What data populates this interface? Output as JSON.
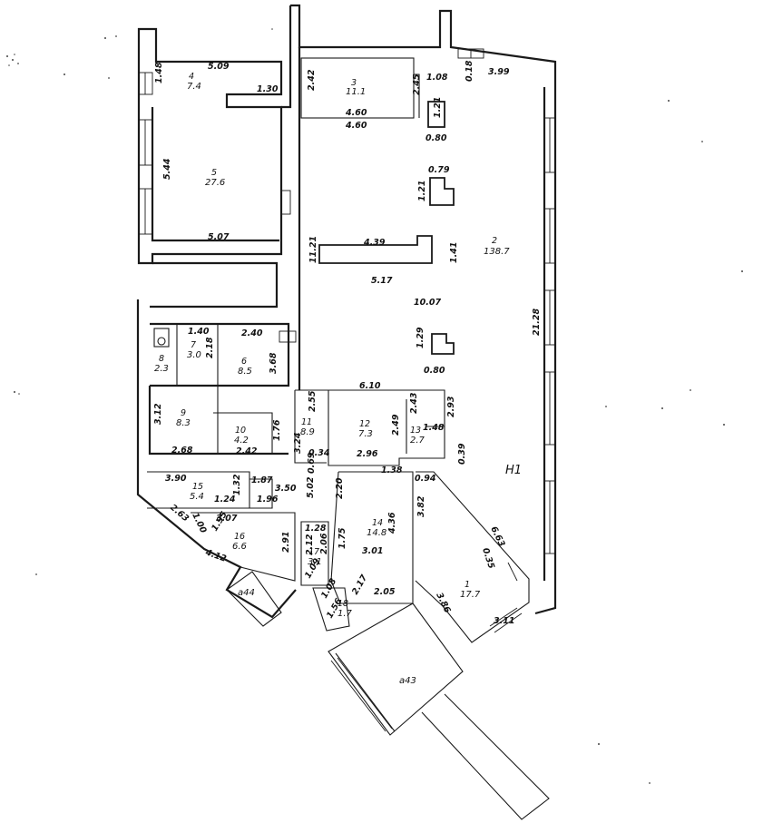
{
  "rooms": [
    {
      "id": "4",
      "number": "4",
      "area": "7.4"
    },
    {
      "id": "3",
      "number": "3",
      "area": "11.1"
    },
    {
      "id": "5",
      "number": "5",
      "area": "27.6"
    },
    {
      "id": "2",
      "number": "2",
      "area": "138.7"
    },
    {
      "id": "7",
      "number": "7",
      "area": "3.0"
    },
    {
      "id": "8",
      "number": "8",
      "area": "2.3"
    },
    {
      "id": "6",
      "number": "6",
      "area": "8.5"
    },
    {
      "id": "9",
      "number": "9",
      "area": "8.3"
    },
    {
      "id": "10",
      "number": "10",
      "area": "4.2"
    },
    {
      "id": "11",
      "number": "11",
      "area": "8.9"
    },
    {
      "id": "12",
      "number": "12",
      "area": "7.3"
    },
    {
      "id": "13",
      "number": "13",
      "area": "2.7"
    },
    {
      "id": "15",
      "number": "15",
      "area": "5.4"
    },
    {
      "id": "16",
      "number": "16",
      "area": "6.6"
    },
    {
      "id": "14",
      "number": "14",
      "area": "14.8"
    },
    {
      "id": "17",
      "number": "17",
      "area": "3.1"
    },
    {
      "id": "18",
      "number": "18",
      "area": "1.7"
    },
    {
      "id": "1",
      "number": "1",
      "area": "17.7"
    }
  ],
  "labels": {
    "zone": "H1",
    "aux_44": "a44",
    "aux_43": "a43"
  },
  "dimensions": [
    "1.48",
    "5.09",
    "1.30",
    "2.42",
    "2.45",
    "4.60",
    "4.60",
    "1.08",
    "0.18",
    "3.99",
    "1.21",
    "0.80",
    "5.44",
    "5.07",
    "0.79",
    "1.21",
    "11.21",
    "4.39",
    "1.41",
    "5.17",
    "10.07",
    "21.28",
    "1.29",
    "0.80",
    "1.40",
    "2.18",
    "2.40",
    "3.68",
    "3.12",
    "2.68",
    "2.42",
    "1.76",
    "6.10",
    "2.55",
    "2.49",
    "2.43",
    "2.93",
    "1.48",
    "3.24",
    "0.34",
    "0.69",
    "2.96",
    "1.38",
    "0.94",
    "0.39",
    "3.90",
    "1.32",
    "1.87",
    "1.24",
    "1.96",
    "3.50",
    "5.02",
    "2.20",
    "3.82",
    "4.36",
    "6.63",
    "2.63",
    "1.00",
    "3.07",
    "1.95",
    "4.12",
    "2.91",
    "1.28",
    "2.12",
    "2.06",
    "1.75",
    "3.01",
    "0.35",
    "1.09",
    "2.17",
    "2.05",
    "3.86",
    "1.08",
    "1.56",
    "3.11"
  ]
}
